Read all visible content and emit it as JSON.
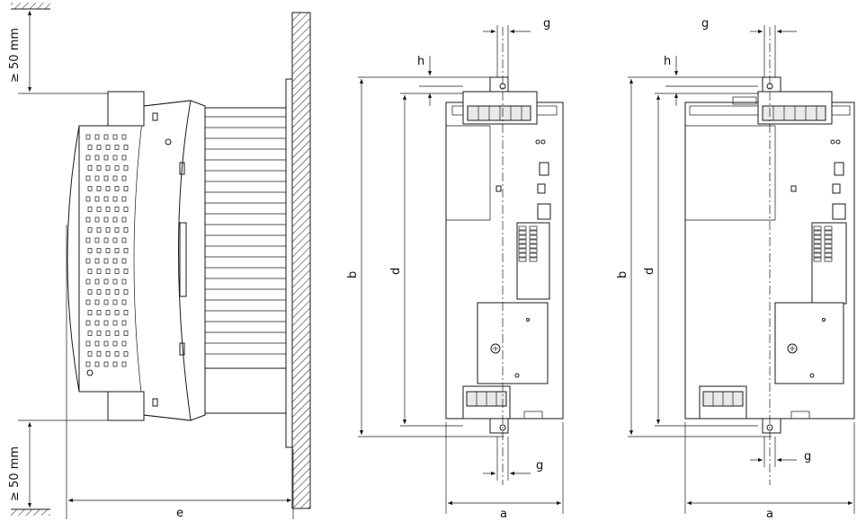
{
  "labels": {
    "clearance_top": "≥ 50 mm",
    "clearance_bottom": "≥ 50 mm",
    "depth": "e",
    "width_left": "a",
    "width_right": "a",
    "height_b_left": "b",
    "height_d_left": "d",
    "height_b_right": "b",
    "height_d_right": "d",
    "h_left": "h",
    "h_right": "h",
    "g_top_left": "g",
    "g_bottom_left": "g",
    "g_top_right": "g",
    "g_bottom_right": "g"
  }
}
